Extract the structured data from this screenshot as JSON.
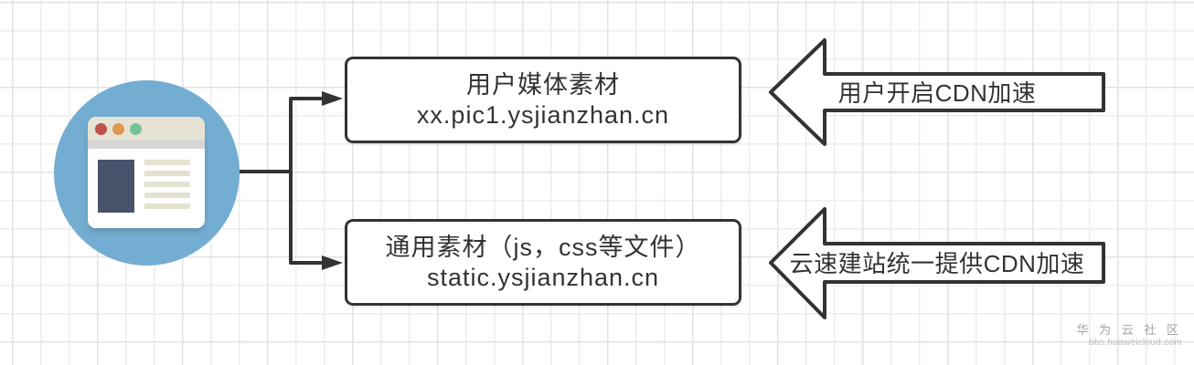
{
  "diagram": {
    "icons": {
      "source": "browser-window-in-blue-circle",
      "traffic_dots": [
        "red-dot",
        "orange-dot",
        "green-dot"
      ],
      "connectors": "right-arrowheads",
      "cdn_arrows": "left-pointing-block-arrows"
    },
    "nodes": [
      {
        "title": "用户媒体素材",
        "subtitle": "xx.pic1.ysjianzhan.cn"
      },
      {
        "title": "通用素材（js，css等文件）",
        "subtitle": "static.ysjianzhan.cn"
      }
    ],
    "arrows": [
      {
        "label": "用户开启CDN加速"
      },
      {
        "label": "云速建站统一提供CDN加速"
      }
    ],
    "colors": {
      "stroke": "#333333",
      "boxfill": "#ffffff",
      "text": "#333333",
      "circle": "#74add2",
      "titlebar": "#e7e3d4",
      "strip": "#d6d6d6",
      "navy": "#46536b",
      "line": "#e4e1cf",
      "dotred": "#c0504a",
      "dotorange": "#e0984e",
      "dotgreen": "#72c49c",
      "gridminor": "#ededed",
      "gridmajor": "#e2e2e2",
      "watermark": "#a3a3a3"
    }
  },
  "watermark": {
    "line1": "华 为 云 社 区",
    "line2": "bbs.huaweicloud.com"
  }
}
